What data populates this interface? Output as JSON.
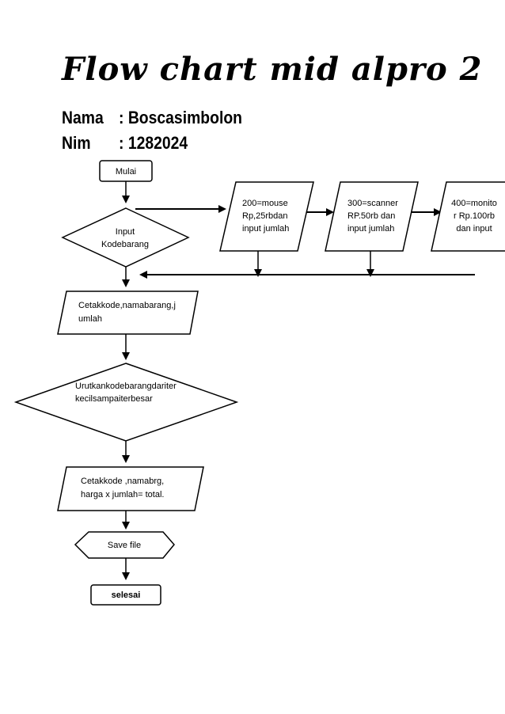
{
  "title": "Flow chart mid alpro 2",
  "student": {
    "name_label": "Nama",
    "name_value": ": Boscasimbolon",
    "id_label": "Nim",
    "id_value": ": 1282024"
  },
  "flowchart": {
    "start": "Mulai",
    "input": [
      "Input",
      "Kodebarang"
    ],
    "option_mouse": [
      "200=mouse",
      "Rp,25rbdan",
      "input jumlah"
    ],
    "option_scanner": [
      "300=scanner",
      "RP.50rb dan",
      "input jumlah"
    ],
    "option_monitor": [
      "400=monito",
      "r Rp.100rb",
      "dan input"
    ],
    "print_items": [
      "Cetakkode,namabarang,j",
      "umlah"
    ],
    "sort": [
      "Urutkankodebarangdariter",
      "kecilsampaiterbesar"
    ],
    "print_total": [
      "Cetakkode ,namabrg,",
      "harga x jumlah= total."
    ],
    "save": "Save file",
    "end": "selesai"
  }
}
